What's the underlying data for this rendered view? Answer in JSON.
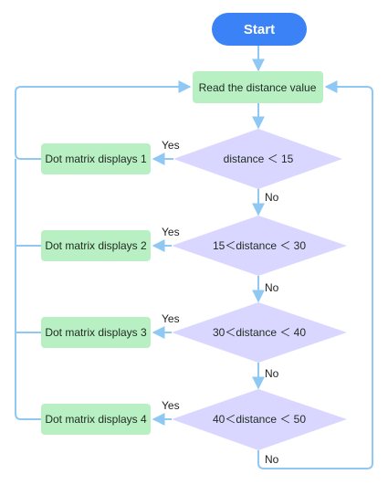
{
  "flowchart": {
    "start": "Start",
    "read": "Read the distance value",
    "decisions": [
      "distance ＜ 15",
      "15＜distance ＜ 30",
      "30＜distance ＜ 40",
      "40＜distance ＜ 50"
    ],
    "actions": [
      "Dot matrix displays 1",
      "Dot matrix displays 2",
      "Dot matrix displays 3",
      "Dot matrix displays 4"
    ],
    "yes_label": "Yes",
    "no_label": "No"
  },
  "colors": {
    "start_fill": "#3b82f6",
    "process_fill": "#b8f0c4",
    "decision_fill": "#d9d7ff",
    "arrow": "#90c8f4"
  }
}
